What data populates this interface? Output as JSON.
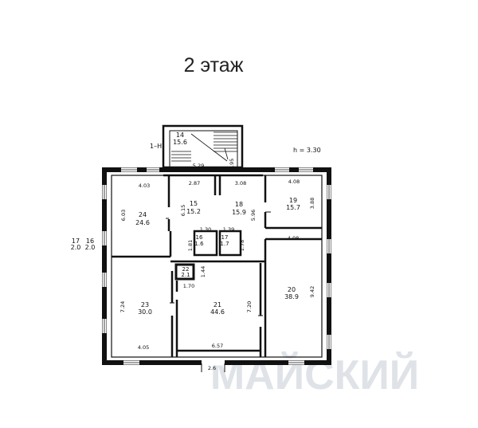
{
  "floor_title": "2 этаж",
  "ceiling_height": "h = 3.30",
  "stair_code": "1–Н",
  "watermark": "МАЙСКИЙ",
  "rooms": [
    {
      "num": "14",
      "area": "15.6"
    },
    {
      "num": "15",
      "area": "15.2"
    },
    {
      "num": "18",
      "area": "15.9"
    },
    {
      "num": "19",
      "area": "15.7"
    },
    {
      "num": "24",
      "area": "24.6"
    },
    {
      "num": "16",
      "area": "1.6"
    },
    {
      "num": "17",
      "area": "1.7"
    },
    {
      "num": "22",
      "area": "2.1"
    },
    {
      "num": "23",
      "area": "30.0"
    },
    {
      "num": "21",
      "area": "44.6"
    },
    {
      "num": "20",
      "area": "38.9"
    }
  ],
  "outside_areas": [
    {
      "num": "17",
      "area": "2.0"
    },
    {
      "num": "16",
      "area": "2.0"
    }
  ],
  "dims": {
    "d_5_29": "5.29",
    "d_2_95": "2.95",
    "d_4_03": "4.03",
    "d_2_87": "2.87",
    "d_3_08": "3.08",
    "d_4_08_top": "4.08",
    "d_6_03": "6.03",
    "d_6_15": "6.15",
    "d_5_96": "5.96",
    "d_3_88": "3.88",
    "d_1_30": "1.30",
    "d_1_39": "1.39",
    "d_1_81": "1.81",
    "d_1_78": "1.78",
    "d_4_08_mid": "4.08",
    "d_1_44": "1.44",
    "d_1_70": "1.70",
    "d_7_24": "7.24",
    "d_7_20": "7.20",
    "d_9_42": "9.42",
    "d_4_05": "4.05",
    "d_6_57": "6.57",
    "d_2_6": "2.6"
  }
}
